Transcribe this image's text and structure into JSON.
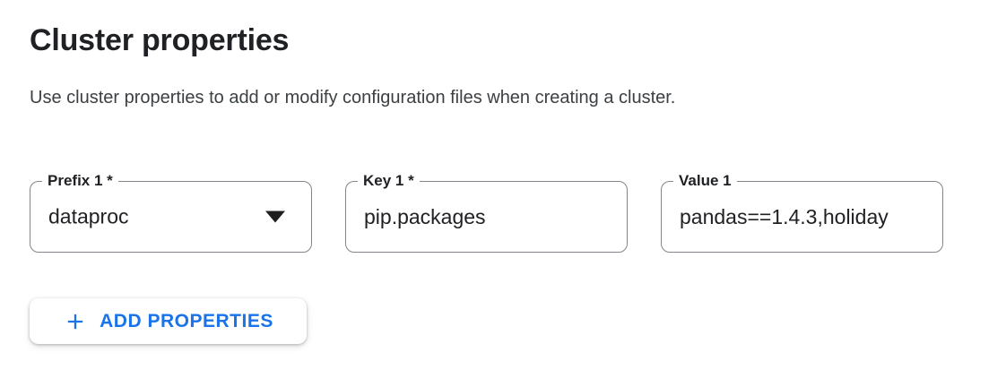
{
  "colors": {
    "accent": "#1a73e8",
    "field_border": "#80868b",
    "text": "#202124",
    "muted_text": "#3c4043"
  },
  "section": {
    "title": "Cluster properties",
    "description": "Use cluster properties to add or modify configuration files when creating a cluster."
  },
  "properties_row": {
    "prefix": {
      "label": "Prefix 1 *",
      "value": "dataproc",
      "control": "dropdown"
    },
    "key": {
      "label": "Key 1 *",
      "value": "pip.packages",
      "control": "text-input"
    },
    "value": {
      "label": "Value 1",
      "value": "pandas==1.4.3,holiday",
      "control": "text-input"
    }
  },
  "add_button": {
    "label": "ADD PROPERTIES",
    "icon": "plus-icon"
  }
}
